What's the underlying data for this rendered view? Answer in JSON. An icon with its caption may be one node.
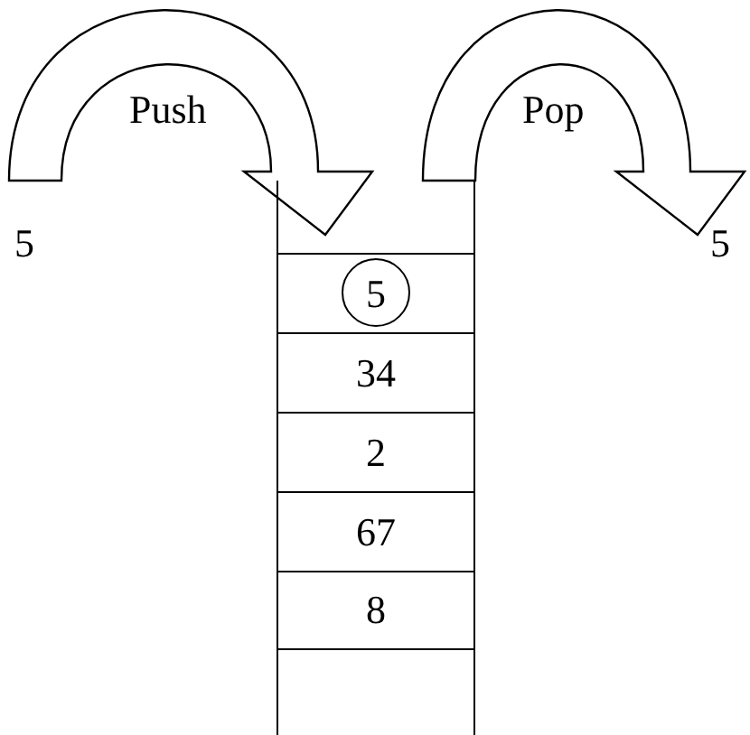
{
  "diagram": {
    "nodes": [
      {
        "text": [
          "5"
        ]
      },
      {
        "text": [],
        "shape": "box"
      },
      {
        "text": [
          "5"
        ],
        "in": 1
      },
      {
        "text": [
          "34"
        ],
        "in": 1
      },
      {
        "text": [
          "2"
        ],
        "in": 1
      },
      {
        "text": [
          "67"
        ],
        "in": 1
      },
      {
        "text": [
          "8"
        ],
        "in": 1
      },
      {
        "text": [
          "5"
        ]
      }
    ],
    "edges": [
      {
        "from": 0,
        "to": 1,
        "arrow": "to",
        "label": "Push"
      },
      {
        "from": 1,
        "to": 7,
        "arrow": "to",
        "label": "Pop"
      }
    ]
  }
}
